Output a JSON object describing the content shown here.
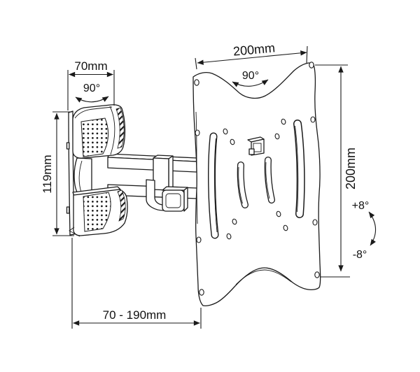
{
  "colors": {
    "background": "#ffffff",
    "line": "#1a1a1a",
    "text": "#111111"
  },
  "annotations": {
    "arm_width": "70mm",
    "arm_swivel_angle": "90°",
    "wall_plate_height": "119mm",
    "plate_width": "200mm",
    "plate_swivel_angle": "90°",
    "plate_height": "200mm",
    "tilt_up_angle": "+8°",
    "tilt_down_angle": "-8°",
    "extension_range": "70 - 190mm"
  }
}
